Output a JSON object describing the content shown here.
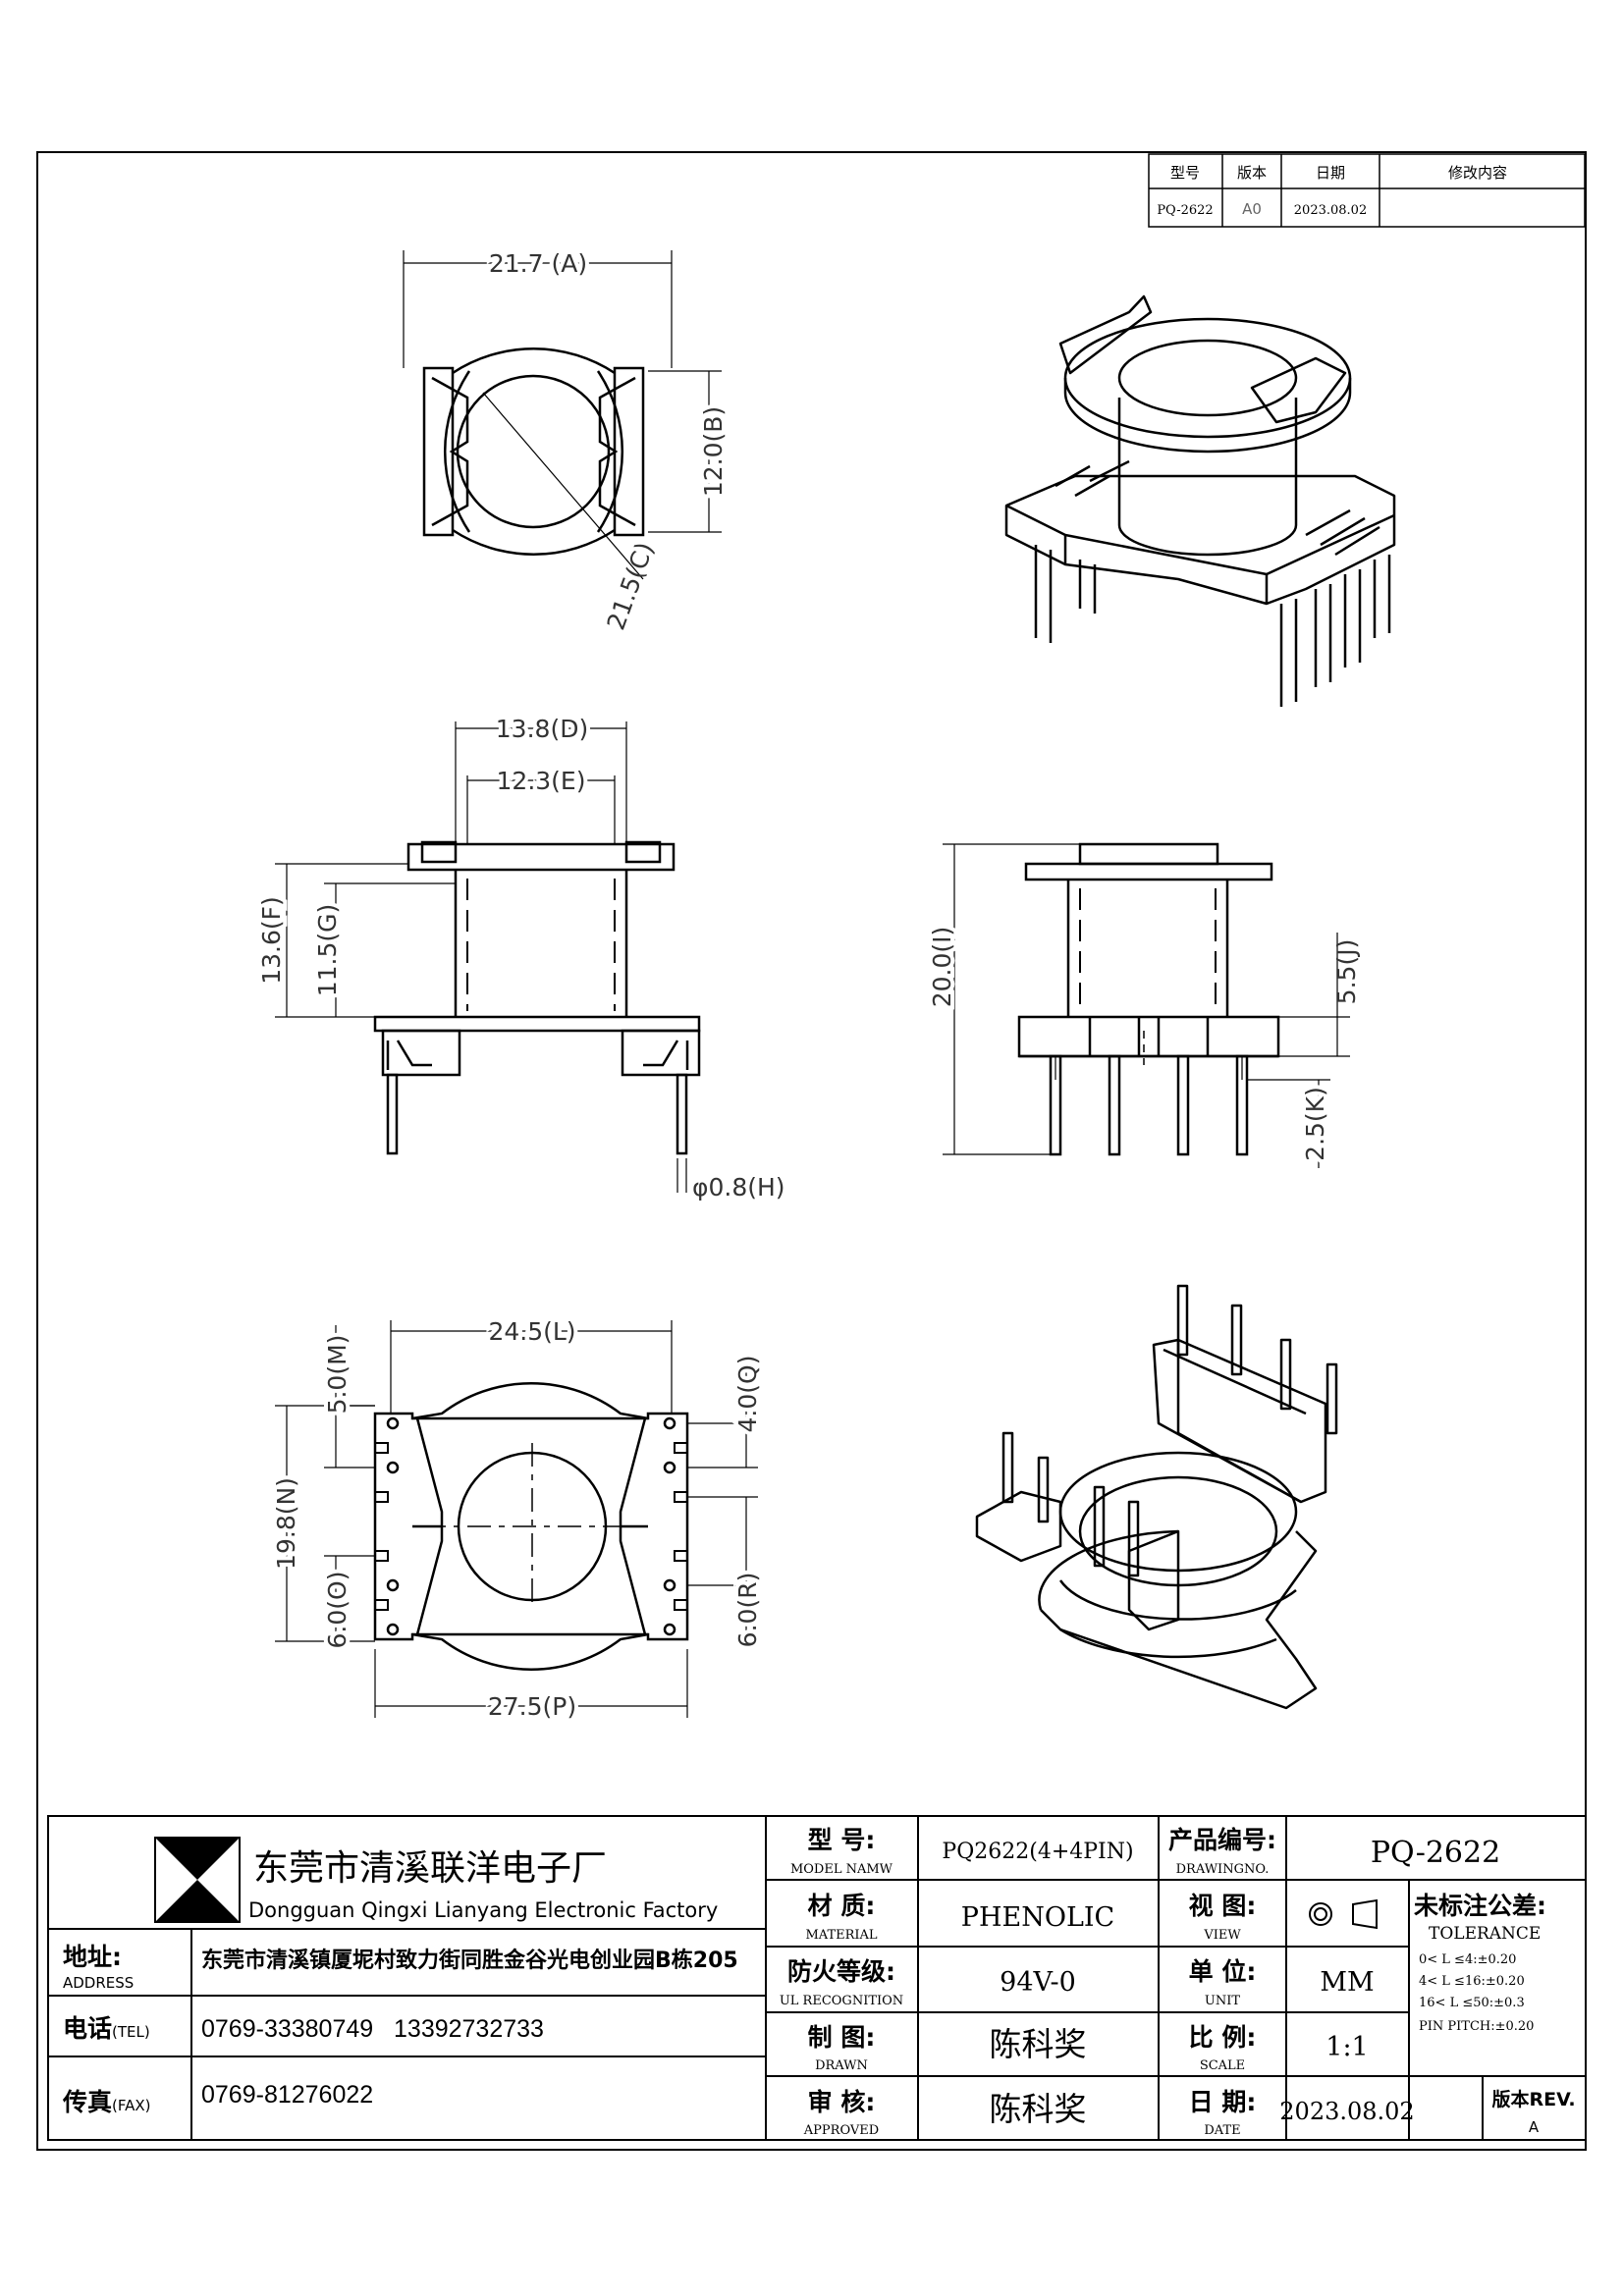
{
  "revision_table": {
    "headers": [
      "型号",
      "版本",
      "日期",
      "修改内容"
    ],
    "row": [
      "PQ-2622",
      "A0",
      "2023.08.02",
      ""
    ]
  },
  "dimensions": {
    "A": "21.7 (A)",
    "B": "12.0(B)",
    "C": "21.5(C)",
    "D": "13.8(D)",
    "E": "12.3(E)",
    "F": "13.6(F)",
    "G": "11.5(G)",
    "H": "φ0.8(H)",
    "I": "20.0(I)",
    "J": "5.5(J)",
    "K": "2.5(K)",
    "L": "24.5(L)",
    "M": "5.0(M)",
    "N": "19.8(N)",
    "O": "6.0(O)",
    "P": "27.5(P)",
    "Q": "4.0(Q)",
    "R": "6.0(R)"
  },
  "company": {
    "name_cn": "东莞市清溪联洋电子厂",
    "name_en": "Dongguan Qingxi Lianyang Electronic Factory",
    "address_label": "地址:",
    "address_label_en": "ADDRESS",
    "address": "东莞市清溪镇厦坭村致力街同胜金谷光电创业园B栋205",
    "tel_label": "电话",
    "tel_label_en": "(TEL)",
    "tel": "0769-33380749   13392732733",
    "fax_label": "传真",
    "fax_label_en": "(FAX)",
    "fax": "0769-81276022"
  },
  "title_block": {
    "model_label": "型  号:",
    "model_label_en": "MODEL NAMW",
    "model_value": "PQ2622(4+4PIN)",
    "material_label": "材  质:",
    "material_label_en": "MATERIAL",
    "material_value": "PHENOLIC",
    "ul_label": "防火等级:",
    "ul_label_en": "UL RECOGNITION",
    "ul_value": "94V-0",
    "drawn_label": "制  图:",
    "drawn_label_en": "DRAWN",
    "drawn_value": "陈科奖",
    "approved_label": "审  核:",
    "approved_label_en": "APPROVED",
    "approved_value": "陈科奖",
    "drawing_no_label": "产品编号:",
    "drawing_no_label_en": "DRAWINGNO.",
    "drawing_no_value": "PQ-2622",
    "view_label": "视  图:",
    "view_label_en": "VIEW",
    "unit_label": "单  位:",
    "unit_label_en": "UNIT",
    "unit_value": "MM",
    "scale_label": "比  例:",
    "scale_label_en": "SCALE",
    "scale_value": "1:1",
    "date_label": "日  期:",
    "date_label_en": "DATE",
    "date_value": "2023.08.02",
    "tolerance_title": "未标注公差:",
    "tolerance_title_en": "TOLERANCE",
    "tolerance_lines": [
      "0< L ≤4:±0.20",
      "4< L ≤16:±0.20",
      "16< L ≤50:±0.3",
      "PIN PITCH:±0.20"
    ],
    "rev_label": "版本REV.",
    "rev_value": "A"
  }
}
